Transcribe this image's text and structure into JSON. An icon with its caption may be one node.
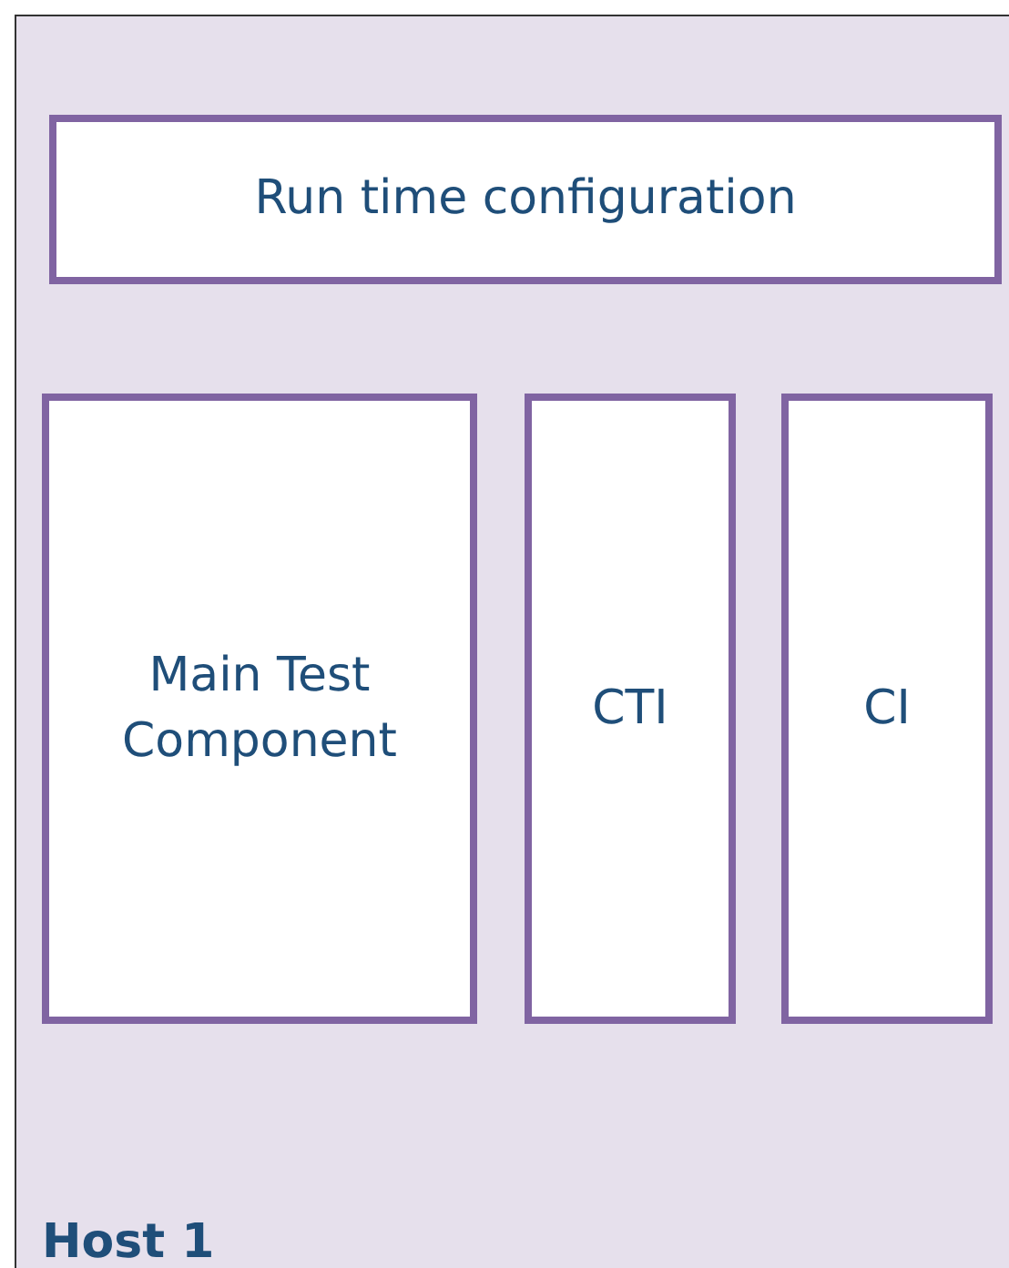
{
  "diagram": {
    "nodes": [
      {
        "text": [
          "Host 1"
        ]
      },
      {
        "text": [
          "Run time configuration"
        ],
        "in": 0
      },
      {
        "text": [
          "Main Test Component"
        ],
        "in": 0
      },
      {
        "text": [
          "CTI"
        ],
        "in": 0
      },
      {
        "text": [
          "CI"
        ],
        "in": 0
      }
    ]
  }
}
